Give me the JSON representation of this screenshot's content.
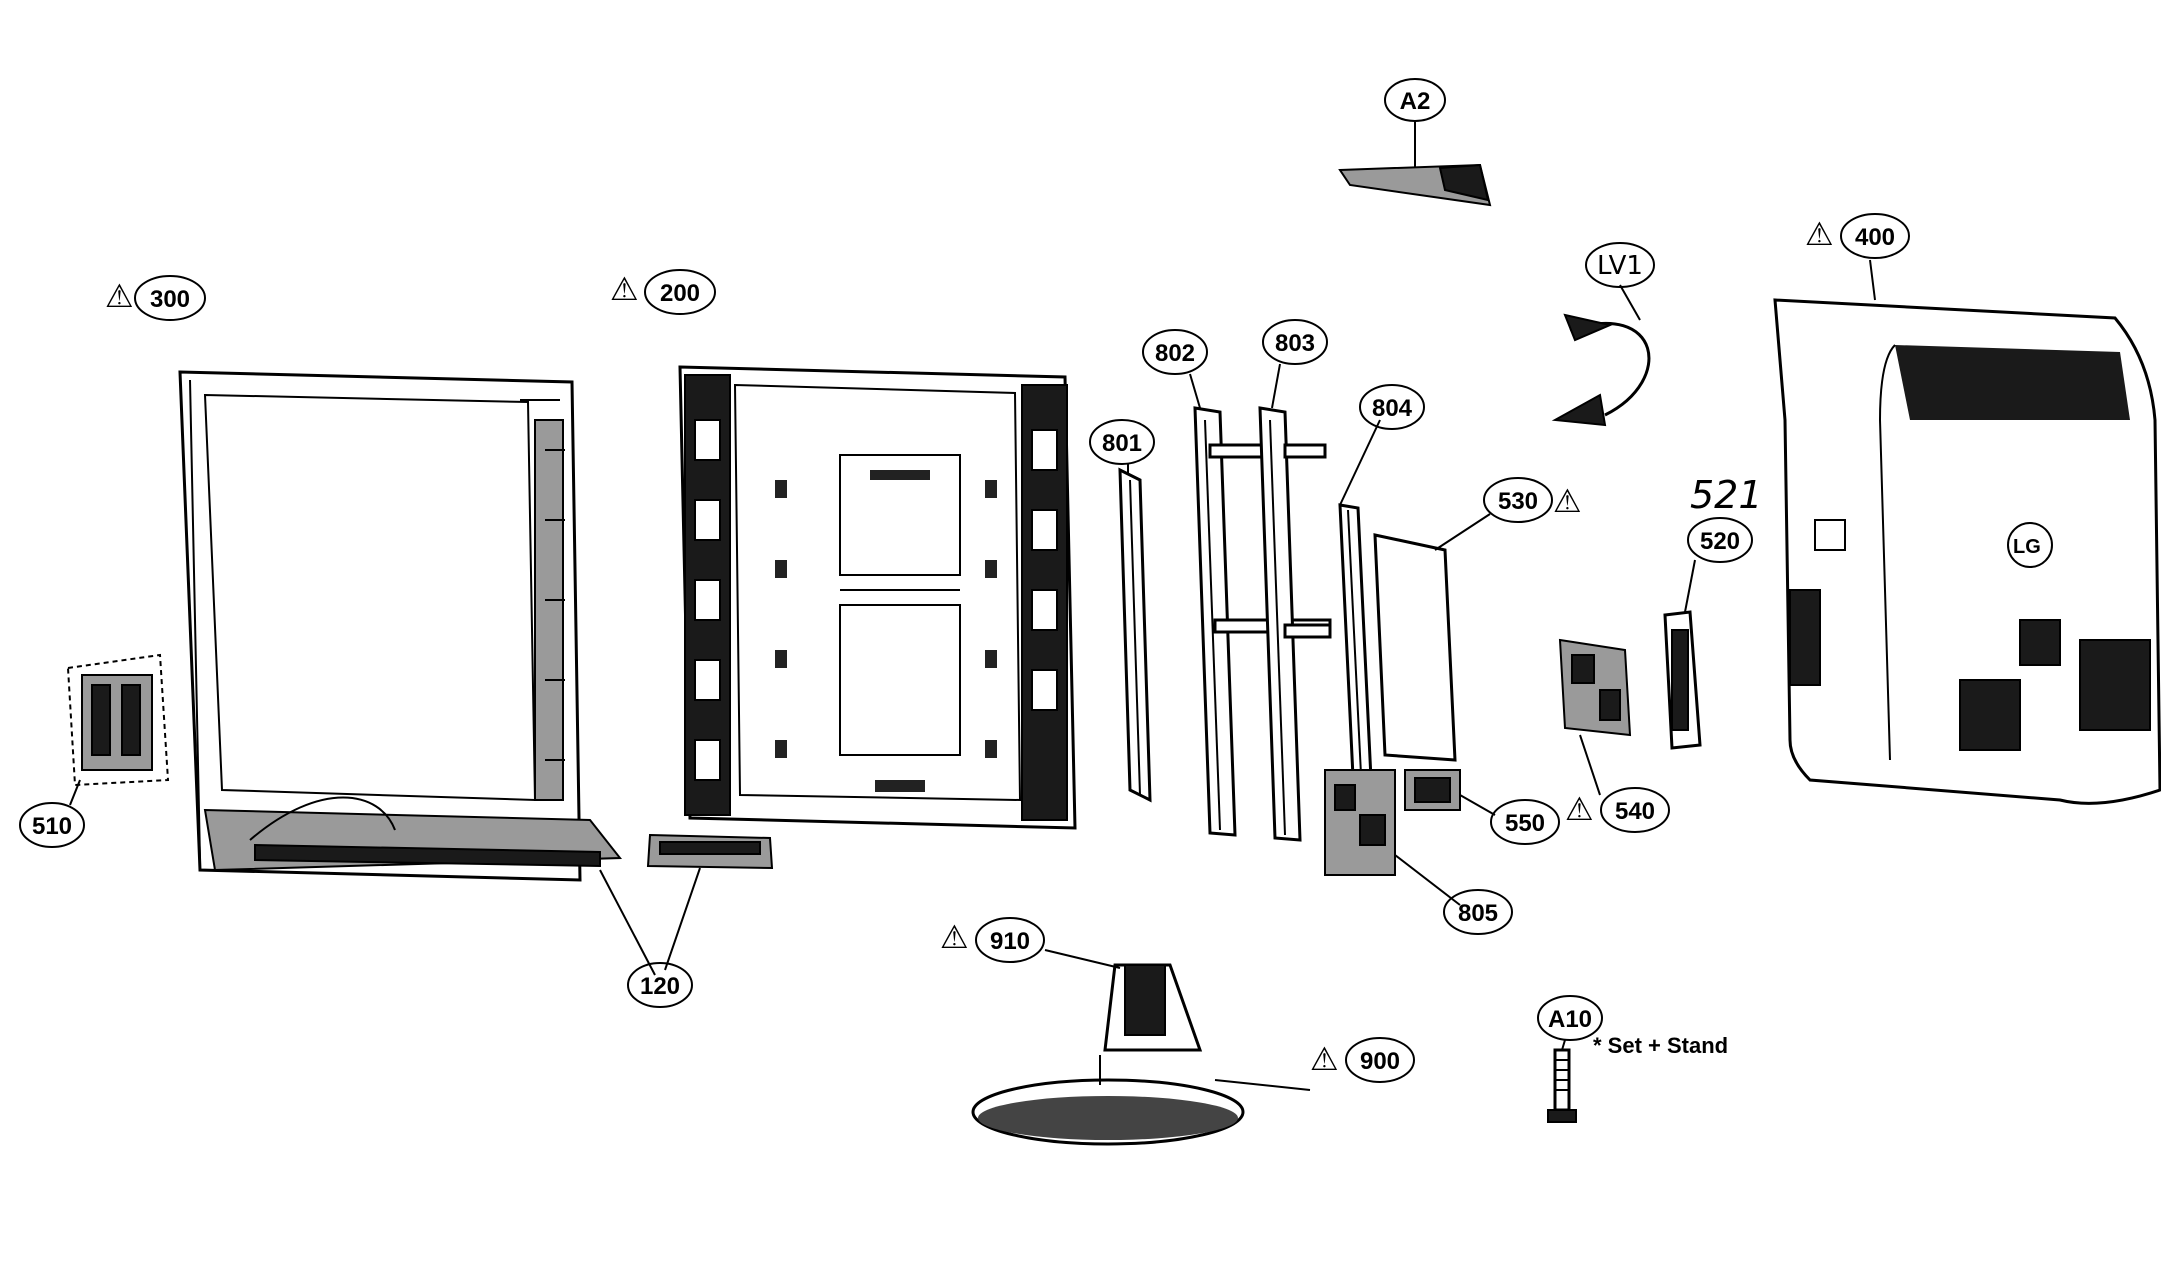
{
  "callouts": {
    "c300": "300",
    "c200": "200",
    "c802": "802",
    "c803": "803",
    "c804": "804",
    "c801": "801",
    "c530": "530",
    "c520": "520",
    "c521": "521",
    "c540": "540",
    "c550": "550",
    "c805": "805",
    "c510": "510",
    "c120": "120",
    "c910": "910",
    "c900": "900",
    "cA10": "A10",
    "cA2": "A2",
    "cLV1": "LV1",
    "c400": "400"
  },
  "note": "* Set + Stand",
  "warning_glyph": "⚠"
}
